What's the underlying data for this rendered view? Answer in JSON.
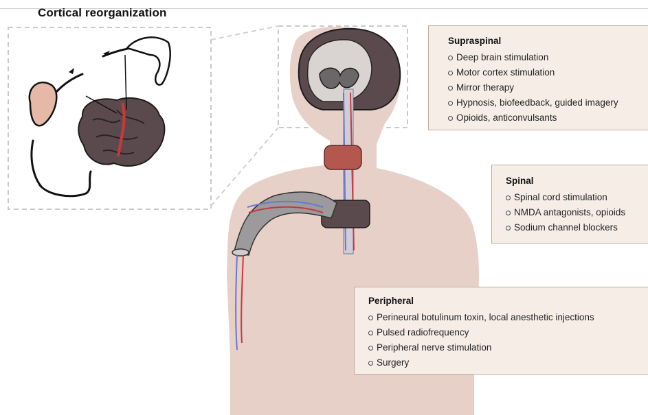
{
  "title": "Cortical reorganization",
  "panels": {
    "supraspinal": {
      "heading": "Supraspinal",
      "items": [
        "Deep brain stimulation",
        "Motor cortex stimulation",
        "Mirror therapy",
        "Hypnosis, biofeedback, guided imagery",
        "Opioids, anticonvulsants"
      ]
    },
    "spinal": {
      "heading": "Spinal",
      "items": [
        "Spinal cord stimulation",
        "NMDA antagonists, opioids",
        "Sodium channel blockers"
      ]
    },
    "peripheral": {
      "heading": "Peripheral",
      "items": [
        "Perineural botulinum toxin, local anesthetic injections",
        "Pulsed radiofrequency",
        "Peripheral nerve stimulation",
        "Surgery"
      ]
    }
  },
  "colors": {
    "skin": "#e6d0c8",
    "nerve_blue": "#6a78c8",
    "nerve_red": "#c83a3a",
    "brain_dark": "#5a4a4e",
    "box_fill": "#f6eee6"
  }
}
